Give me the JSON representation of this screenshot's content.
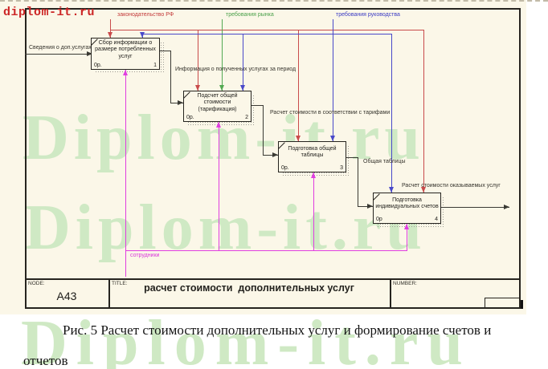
{
  "palette": {
    "background_beige": "#fbf7e8",
    "frame_black": "#26241f",
    "control_red": "#c94b4b",
    "control_green": "#53a953",
    "control_blue": "#4949c9",
    "mechanism_magenta": "#e03ee0",
    "flow_dark": "#3a3a34",
    "watermark_green": "#cfe9c4",
    "watermark_red": "#cc2626"
  },
  "watermarks": {
    "small_red": "diplom-it.ru",
    "big": "Diplom-it.ru"
  },
  "diagram": {
    "controls": {
      "law": "законодательство РФ",
      "market": "требования рынка",
      "management": "требования руководства"
    },
    "mechanism": "сотрудники",
    "flows": {
      "input1": "Сведения о доп.услугах",
      "f12": "Информация о полученных услугах за период",
      "f23": "Расчет стоимости в соответствии с тарифами",
      "f34": "Общая таблицы",
      "out4": "Расчет стоимости оказываемых услуг"
    },
    "boxes": [
      {
        "title": "Сбор информации о размере потребленных услуг",
        "cost": "0р.",
        "num": "1"
      },
      {
        "title": "Подсчет общей стоимости (тарификация)",
        "cost": "0р.",
        "num": "2"
      },
      {
        "title": "Подготовка общей таблицы",
        "cost": "0р.",
        "num": "3"
      },
      {
        "title": "Подготовка индивидуальных счетов",
        "cost": "0р",
        "num": "4"
      }
    ]
  },
  "info_bar": {
    "node_label": "NODE:",
    "node_value": "A43",
    "title_label": "TITLE:",
    "title_value": "расчет стоимости  дополнительных услуг",
    "number_label": "NUMBER:"
  },
  "caption": {
    "line1": "Рис. 5 Расчет стоимости дополнительных услуг и формирование счетов и",
    "line2": "отчетов"
  }
}
